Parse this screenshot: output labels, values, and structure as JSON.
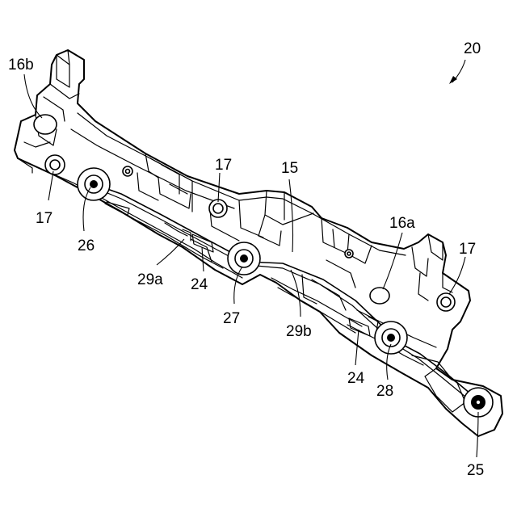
{
  "figure": {
    "assembly_ref": "20",
    "reference_labels": [
      {
        "id": "16b",
        "text": "16b"
      },
      {
        "id": "17a",
        "text": "17"
      },
      {
        "id": "17b",
        "text": "17"
      },
      {
        "id": "15",
        "text": "15"
      },
      {
        "id": "16a",
        "text": "16a"
      },
      {
        "id": "17c",
        "text": "17"
      },
      {
        "id": "26",
        "text": "26"
      },
      {
        "id": "29a",
        "text": "29a"
      },
      {
        "id": "24a",
        "text": "24"
      },
      {
        "id": "27",
        "text": "27"
      },
      {
        "id": "29b",
        "text": "29b"
      },
      {
        "id": "24b",
        "text": "24"
      },
      {
        "id": "28",
        "text": "28"
      },
      {
        "id": "25",
        "text": "25"
      }
    ]
  }
}
